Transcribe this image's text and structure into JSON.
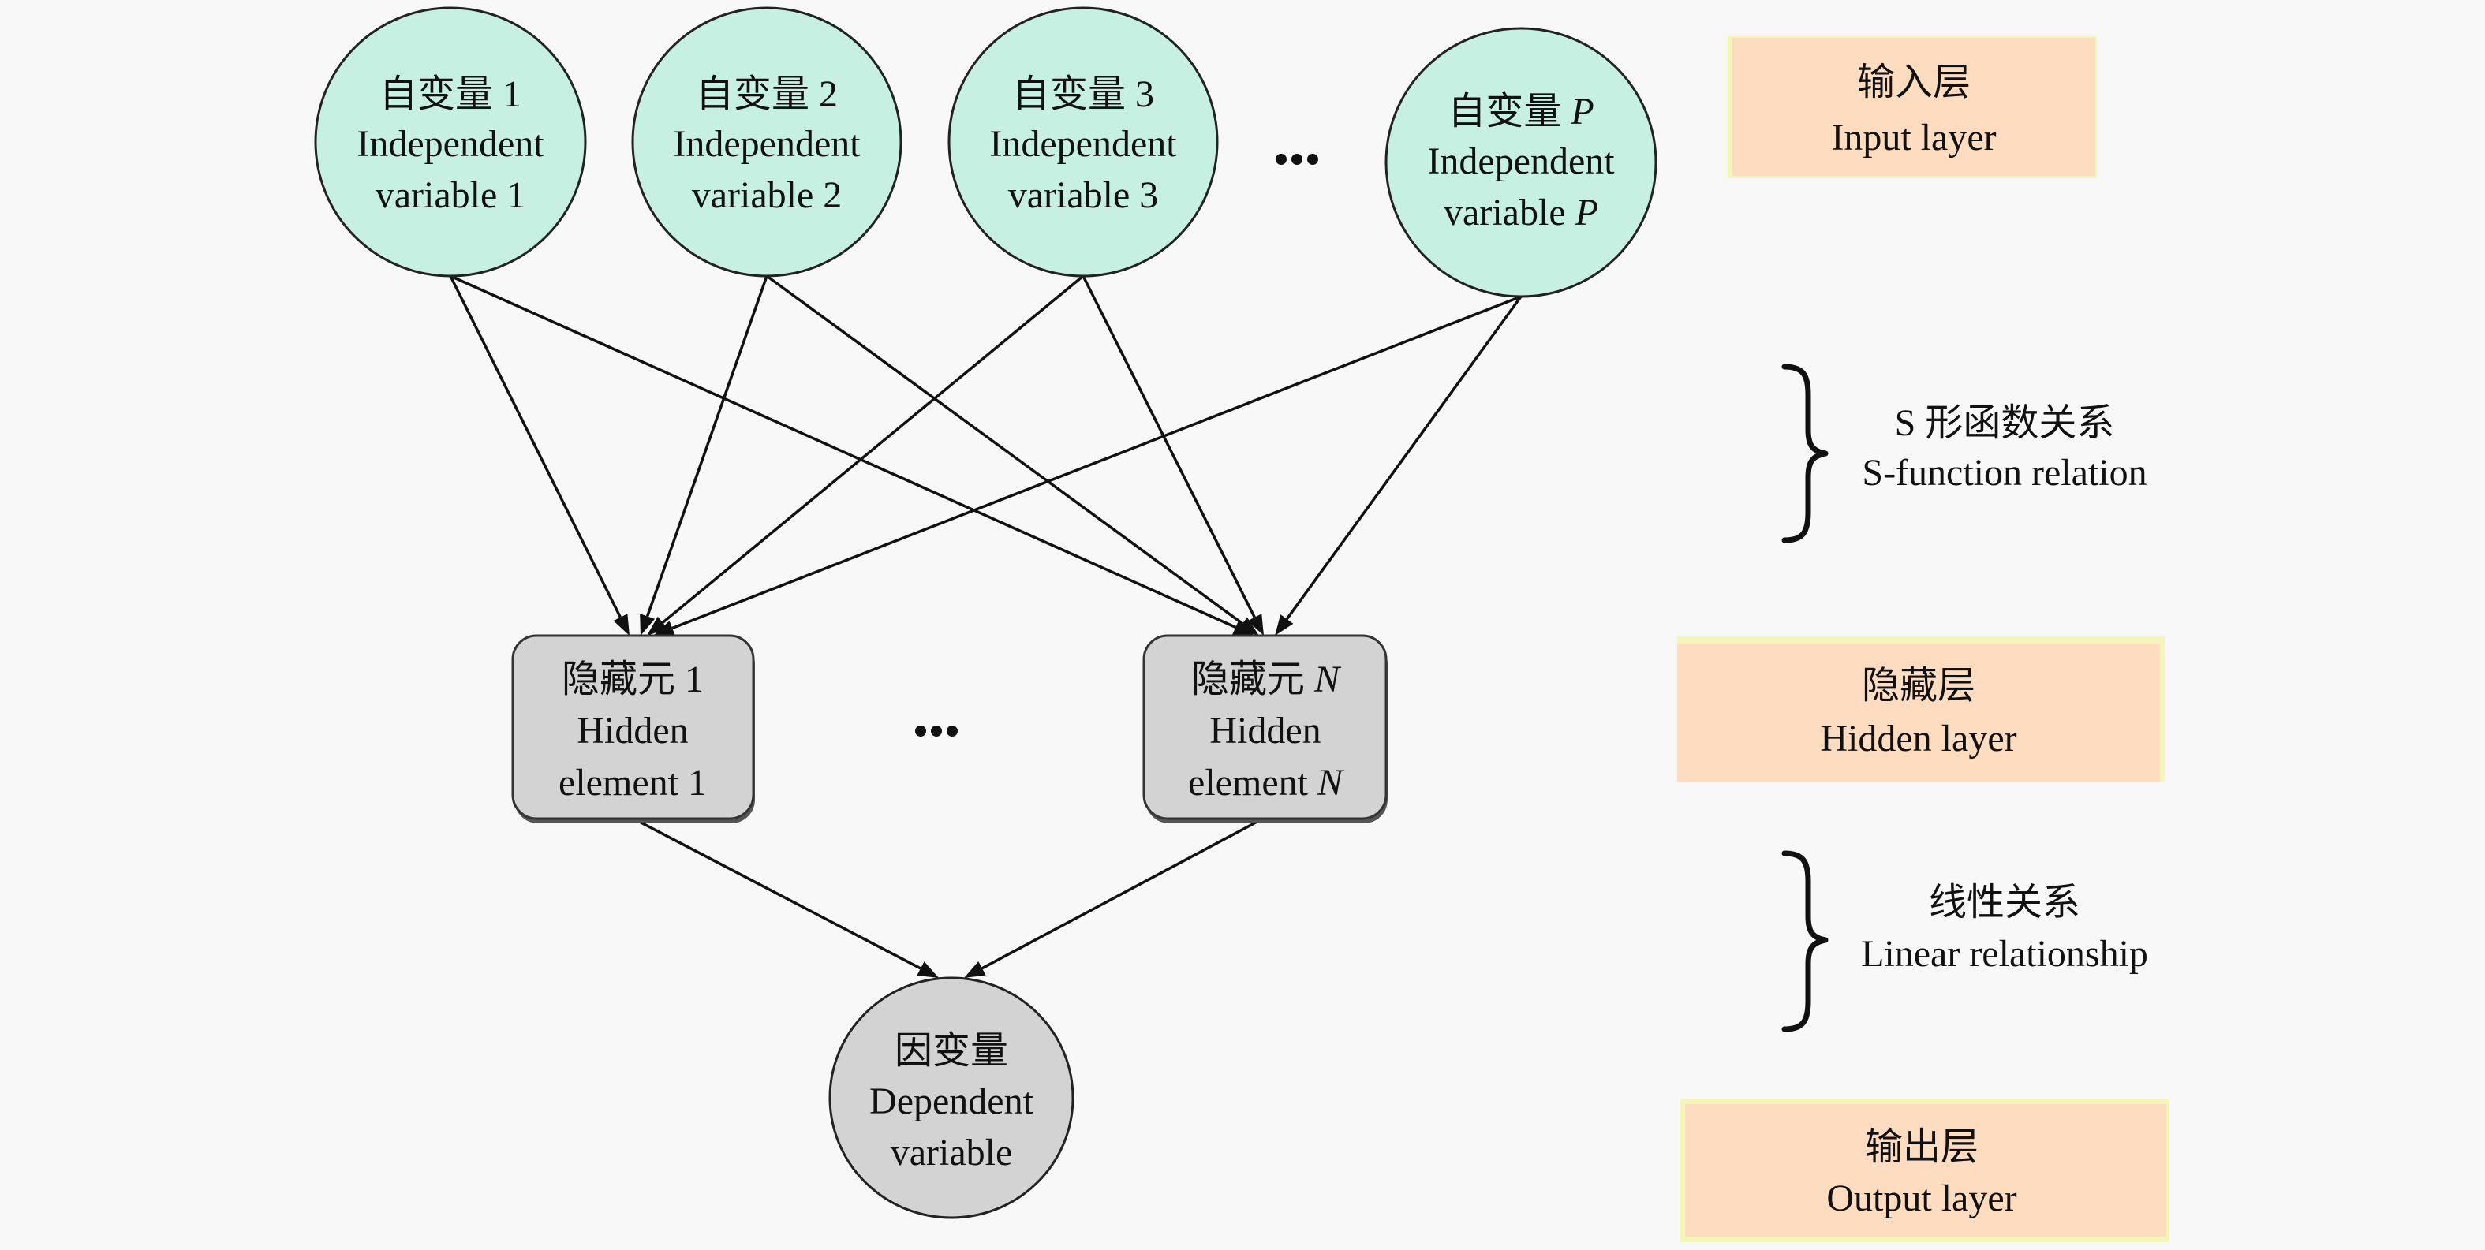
{
  "diagram": {
    "type": "neural-network",
    "colors": {
      "background": "#f8f8f8",
      "input_fill": "#c6f0e2",
      "hidden_fill": "#d3d3d3",
      "output_fill": "#d3d3d3",
      "layer_label_fill": "#fddcc0",
      "edge": "#111111"
    },
    "input_nodes": [
      {
        "id": "x1",
        "zh": "自变量 1",
        "en1": "Independent",
        "en2": "variable 1"
      },
      {
        "id": "x2",
        "zh": "自变量 2",
        "en1": "Independent",
        "en2": "variable 2"
      },
      {
        "id": "x3",
        "zh": "自变量 3",
        "en1": "Independent",
        "en2": "variable 3"
      },
      {
        "id": "xP",
        "zh_prefix": "自变量 ",
        "zh_italic": "P",
        "en1": "Independent",
        "en2_prefix": "variable ",
        "en2_italic": "P"
      }
    ],
    "input_ellipsis": "…",
    "hidden_nodes": [
      {
        "id": "h1",
        "zh": "隐藏元 1",
        "en1": "Hidden",
        "en2": "element 1"
      },
      {
        "id": "hN",
        "zh_prefix": "隐藏元 ",
        "zh_italic": "N",
        "en1": "Hidden",
        "en2_prefix": "element ",
        "en2_italic": "N"
      }
    ],
    "hidden_ellipsis": "…",
    "output_node": {
      "id": "y",
      "zh": "因变量",
      "en1": "Dependent",
      "en2": "variable"
    },
    "edges": [
      [
        "x1",
        "h1"
      ],
      [
        "x1",
        "hN"
      ],
      [
        "x2",
        "h1"
      ],
      [
        "x2",
        "hN"
      ],
      [
        "x3",
        "h1"
      ],
      [
        "x3",
        "hN"
      ],
      [
        "xP",
        "h1"
      ],
      [
        "xP",
        "hN"
      ],
      [
        "h1",
        "y"
      ],
      [
        "hN",
        "y"
      ]
    ],
    "layers": {
      "input": {
        "zh": "输入层",
        "en": "Input layer"
      },
      "hidden": {
        "zh": "隐藏层",
        "en": "Hidden layer"
      },
      "output": {
        "zh": "输出层",
        "en": "Output layer"
      }
    },
    "relations": {
      "input_hidden": {
        "zh": "S 形函数关系",
        "en": "S-function relation"
      },
      "hidden_output": {
        "zh": "线性关系",
        "en": "Linear relationship"
      }
    }
  }
}
